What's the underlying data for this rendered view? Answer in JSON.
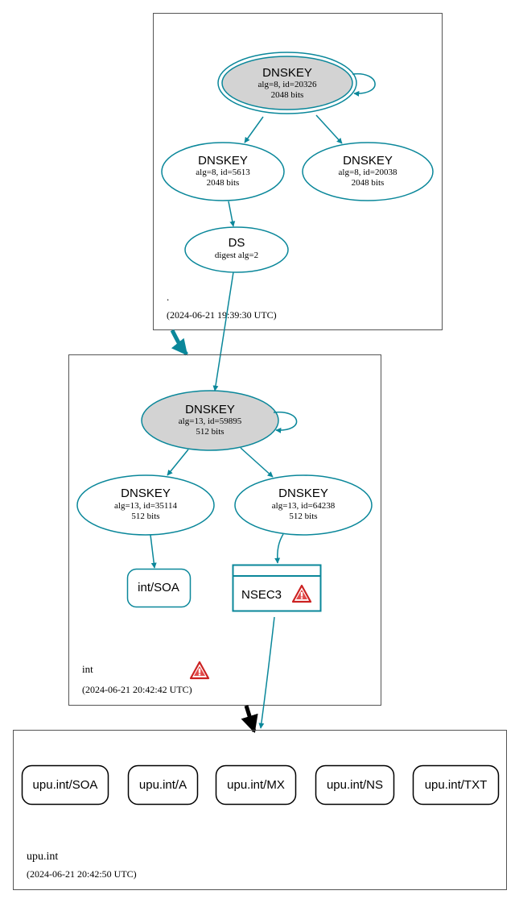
{
  "colors": {
    "teal": "#0a879a",
    "key_fill_ksk": "#d3d3d3",
    "zone_border": "#555555",
    "delegation_arrow_black": "#000000",
    "warning_red": "#cc2222"
  },
  "zones": {
    "root": {
      "name": ".",
      "timestamp": "(2024-06-21 19:39:30 UTC)",
      "ksk": {
        "title": "DNSKEY",
        "detail": "alg=8, id=20326",
        "size": "2048 bits"
      },
      "zsk1": {
        "title": "DNSKEY",
        "detail": "alg=8, id=5613",
        "size": "2048 bits"
      },
      "zsk2": {
        "title": "DNSKEY",
        "detail": "alg=8, id=20038",
        "size": "2048 bits"
      },
      "ds": {
        "title": "DS",
        "detail": "digest alg=2"
      }
    },
    "int": {
      "name": "int",
      "timestamp": "(2024-06-21 20:42:42 UTC)",
      "warning_icon": "warning-triangle-icon",
      "ksk": {
        "title": "DNSKEY",
        "detail": "alg=13, id=59895",
        "size": "512 bits"
      },
      "zsk1": {
        "title": "DNSKEY",
        "detail": "alg=13, id=35114",
        "size": "512 bits"
      },
      "zsk2": {
        "title": "DNSKEY",
        "detail": "alg=13, id=64238",
        "size": "512 bits"
      },
      "soa": {
        "label": "int/SOA"
      },
      "nsec3": {
        "label": "NSEC3",
        "warning_icon": "warning-triangle-icon"
      }
    },
    "upu": {
      "name": "upu.int",
      "timestamp": "(2024-06-21 20:42:50 UTC)",
      "records": [
        "upu.int/SOA",
        "upu.int/A",
        "upu.int/MX",
        "upu.int/NS",
        "upu.int/TXT"
      ]
    }
  }
}
